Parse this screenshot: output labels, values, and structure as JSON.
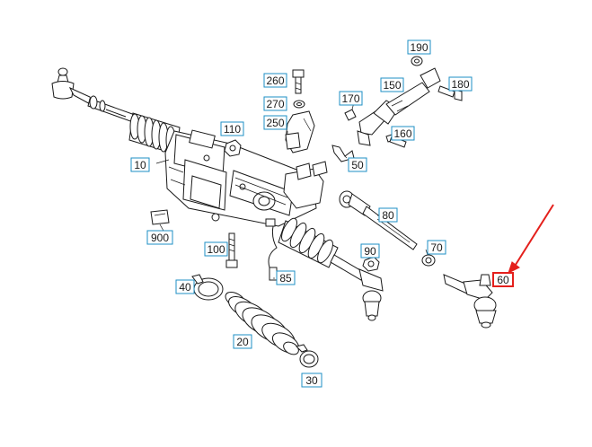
{
  "callouts": [
    {
      "id": "190",
      "label": "190"
    },
    {
      "id": "260",
      "label": "260"
    },
    {
      "id": "180",
      "label": "180"
    },
    {
      "id": "150",
      "label": "150"
    },
    {
      "id": "270",
      "label": "270"
    },
    {
      "id": "170",
      "label": "170"
    },
    {
      "id": "250",
      "label": "250"
    },
    {
      "id": "110",
      "label": "110"
    },
    {
      "id": "160",
      "label": "160"
    },
    {
      "id": "10",
      "label": "10"
    },
    {
      "id": "50",
      "label": "50"
    },
    {
      "id": "80",
      "label": "80"
    },
    {
      "id": "900",
      "label": "900"
    },
    {
      "id": "100",
      "label": "100"
    },
    {
      "id": "90",
      "label": "90"
    },
    {
      "id": "70",
      "label": "70"
    },
    {
      "id": "85",
      "label": "85"
    },
    {
      "id": "60",
      "label": "60",
      "highlighted": true
    },
    {
      "id": "40",
      "label": "40"
    },
    {
      "id": "20",
      "label": "20"
    },
    {
      "id": "30",
      "label": "30"
    }
  ],
  "colors": {
    "callout_border": "#1e8fc4",
    "highlight": "#e4201c",
    "line_art": "#1a1a1a"
  }
}
